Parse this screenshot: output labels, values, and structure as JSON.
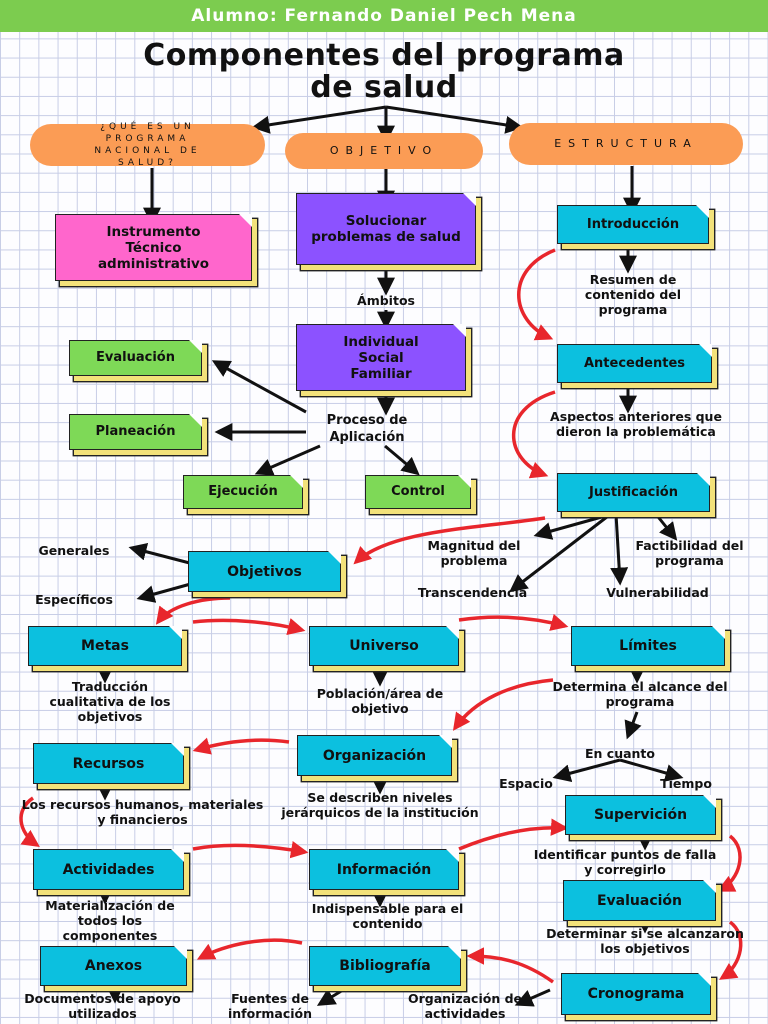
{
  "header": {
    "student": "Alumno: Fernando Daniel Pech Mena"
  },
  "title": {
    "line1": "Componentes del programa",
    "line2": "de salud"
  },
  "pills": {
    "question": "¿QUÉ ES UN PROGRAMA NACIONAL DE SALUD?",
    "objective": "OBJETIVO",
    "structure": "ESTRUCTURA"
  },
  "boxes": {
    "instrumento": "Instrumento Técnico administrativo",
    "solucionar": "Solucionar problemas de salud",
    "individual": "Individual Social Familiar",
    "evaluacion_left": "Evaluación",
    "planeacion": "Planeación",
    "ejecucion": "Ejecución",
    "control": "Control",
    "introduccion": "Introducción",
    "antecedentes": "Antecedentes",
    "justificacion": "Justificación",
    "objetivos": "Objetivos",
    "metas": "Metas",
    "universo": "Universo",
    "limites": "Límites",
    "recursos": "Recursos",
    "organizacion": "Organización",
    "supervicion": "Supervición",
    "actividades": "Actividades",
    "informacion": "Información",
    "evaluacion_right": "Evaluación",
    "anexos": "Anexos",
    "bibliografia": "Bibliografía",
    "cronograma": "Cronograma"
  },
  "texts": {
    "ambitos": "Ámbitos",
    "proceso": "Proceso de Aplicación",
    "resumen": "Resumen de contenido del programa",
    "aspectos": "Aspectos anteriores que dieron la problemática",
    "magnitud": "Magnitud del problema",
    "factibilidad": "Factibilidad del programa",
    "transcendencia": "Transcendencia",
    "vulnerabilidad": "Vulnerabilidad",
    "generales": "Generales",
    "especificos": "Específicos",
    "traduccion": "Traducción cualitativa de los objetivos",
    "poblacion": "Población/área de objetivo",
    "determina": "Determina el alcance del programa",
    "en_cuanto": "En cuanto",
    "espacio": "Espacio",
    "tiempo": "Tiempo",
    "recursos_desc": "Los recursos humanos, materiales y financieros",
    "niveles": "Se describen niveles jerárquicos de la institución",
    "identificar": "Identificar puntos de falla y corregirlo",
    "materializacion": "Materialización de todos los componentes",
    "indispensable": "Indispensable para el contenido",
    "determinar": "Determinar si se alcanzaron los objetivos",
    "documentos": "Documentos de apoyo utilizados",
    "fuentes": "Fuentes de información",
    "organizacion_act": "Organización de actividades"
  },
  "colors": {
    "header": "#7ccc4f",
    "pill": "#fb9c55",
    "pink": "#ff66cc",
    "purple": "#8c52ff",
    "green": "#7ed957",
    "cyan": "#0cc0df",
    "note_shadow": "#f3e27a",
    "curved_arrow": "#e8262c"
  }
}
